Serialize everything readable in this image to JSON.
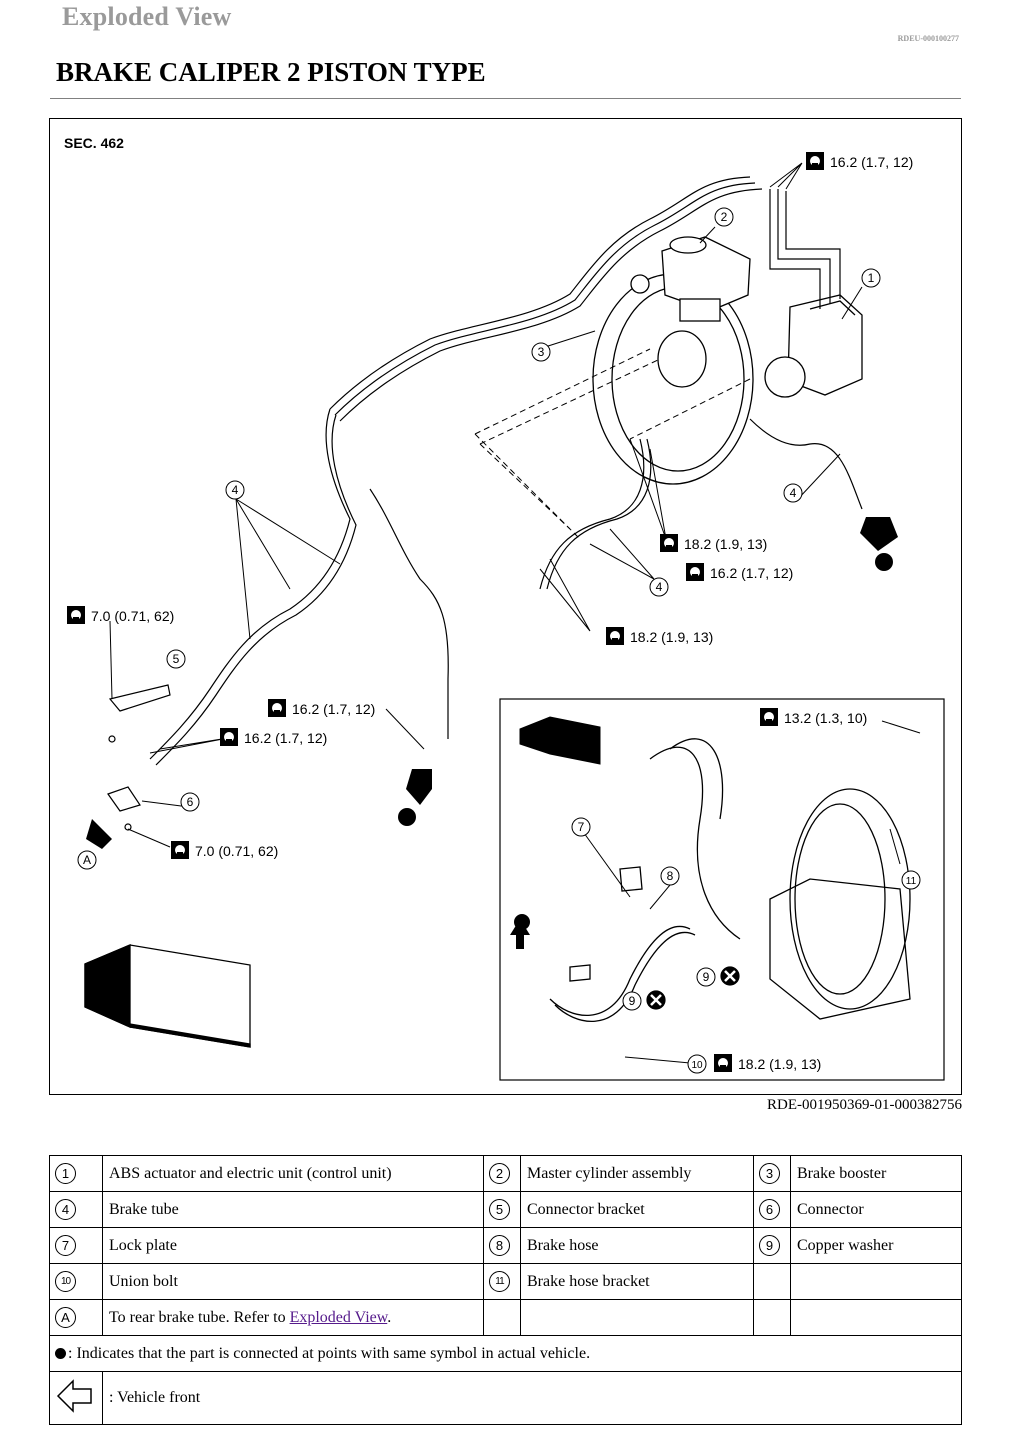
{
  "header": {
    "section_label": "Exploded View",
    "doc_code": "RDEU-000100277",
    "title": "BRAKE CALIPER 2 PISTON TYPE"
  },
  "figure": {
    "section": "SEC. 462",
    "figure_code": "RDE-001950369-01-000382756",
    "torques": {
      "t1": "16.2 (1.7, 12)",
      "t2": "18.2 (1.9, 13)",
      "t3": "16.2 (1.7, 12)",
      "t4": "18.2 (1.9, 13)",
      "t5": "7.0 (0.71, 62)",
      "t6": "16.2 (1.7, 12)",
      "t7": "16.2 (1.7, 12)",
      "t8": "7.0 (0.71, 62)",
      "t9": "13.2 (1.3, 10)",
      "t10": "18.2 (1.9, 13)"
    },
    "callouts": [
      "1",
      "2",
      "3",
      "4",
      "5",
      "6",
      "7",
      "8",
      "9",
      "10",
      "11",
      "A"
    ]
  },
  "legend": {
    "rows": [
      [
        {
          "sym": "1",
          "text": "ABS actuator and electric unit (control unit)"
        },
        {
          "sym": "2",
          "text": "Master cylinder assembly"
        },
        {
          "sym": "3",
          "text": "Brake booster"
        }
      ],
      [
        {
          "sym": "4",
          "text": "Brake tube"
        },
        {
          "sym": "5",
          "text": "Connector bracket"
        },
        {
          "sym": "6",
          "text": "Connector"
        }
      ],
      [
        {
          "sym": "7",
          "text": "Lock plate"
        },
        {
          "sym": "8",
          "text": "Brake hose"
        },
        {
          "sym": "9",
          "text": "Copper washer"
        }
      ],
      [
        {
          "sym": "10",
          "text": "Union bolt"
        },
        {
          "sym": "11",
          "text": "Brake hose bracket"
        }
      ]
    ],
    "a_row": {
      "sym": "A",
      "text_before": "To rear brake tube. Refer to ",
      "link": "Exploded View",
      "text_after": "."
    },
    "dot_note": ": Indicates that the part is connected at points with same symbol in actual vehicle.",
    "front_note": ": Vehicle front"
  }
}
